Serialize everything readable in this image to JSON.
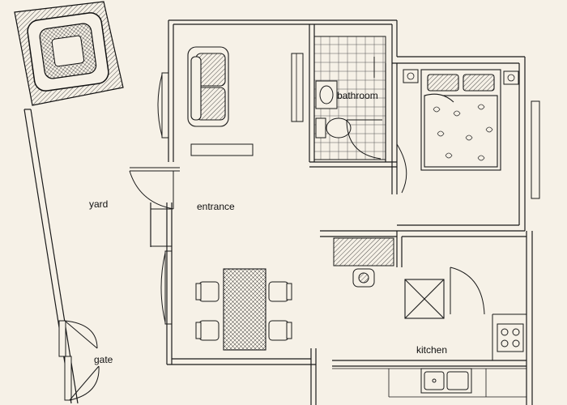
{
  "colors": {
    "paper": "#f6f1e7",
    "ink": "#1a1a1a",
    "tile": "#d9d4c8"
  },
  "icons": [
    "hot-tub-icon",
    "sofa-icon",
    "bed-icon",
    "toilet-icon",
    "sink-icon",
    "stove-icon",
    "kitchen-sink-icon",
    "chair-icon"
  ],
  "rooms": {
    "yard": "yard",
    "entrance": "entrance",
    "bathroom": "bathroom",
    "kitchen": "kitchen",
    "gate": "gate"
  }
}
